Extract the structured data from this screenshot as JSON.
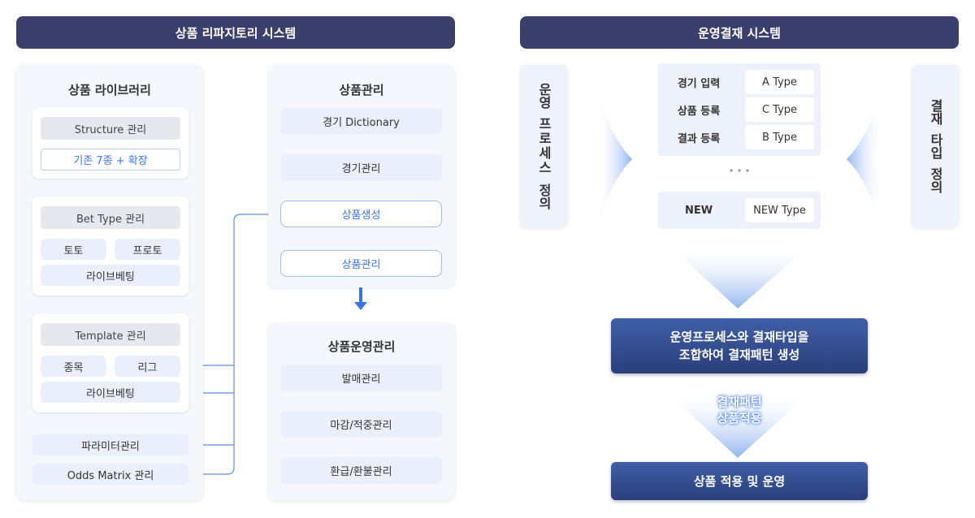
{
  "left": {
    "header": "상품 리파지토리 시스템",
    "library": {
      "title": "상품 라이브러리",
      "structure": {
        "label": "Structure 관리",
        "sub": "기존 7종 + 확장"
      },
      "bettype": {
        "label": "Bet Type 관리",
        "items": [
          "토토",
          "프로토"
        ],
        "live": "라이브베팅"
      },
      "template": {
        "label": "Template 관리",
        "items": [
          "종목",
          "리그"
        ],
        "live": "라이브베팅"
      },
      "param": "파라미터관리",
      "odds": "Odds Matrix 관리"
    },
    "product": {
      "title": "상품관리",
      "steps": [
        "경기 Dictionary",
        "경기관리",
        "상품생성",
        "상품관리"
      ]
    },
    "operation": {
      "title": "상품운영관리",
      "steps": [
        "발매관리",
        "마감/적중관리",
        "환급/환불관리"
      ]
    }
  },
  "right": {
    "header": "운영결재 시스템",
    "left_vertical": [
      "운영",
      "프로세스",
      "정의"
    ],
    "right_vertical": [
      "결재",
      "타입",
      "정의"
    ],
    "rows": [
      {
        "label": "경기 입력",
        "value": "A Type"
      },
      {
        "label": "상품 등록",
        "value": "C Type"
      },
      {
        "label": "결과 등록",
        "value": "B Type"
      }
    ],
    "ellipsis": "• • •",
    "new_row": {
      "label": "NEW",
      "value": "NEW Type"
    },
    "combine": [
      "운영프로세스와 결재타입을",
      "조합하여 결재패턴 생성"
    ],
    "apply_overlay": [
      "결재패턴",
      "상품적용"
    ],
    "final": "상품 적용 및 운영"
  },
  "colors": {
    "header_bg": "#3b3f6b",
    "accent_blue": "#3a76e0",
    "dark_box": "#2b3f7a",
    "panel_bg": "#f4f7fc"
  }
}
